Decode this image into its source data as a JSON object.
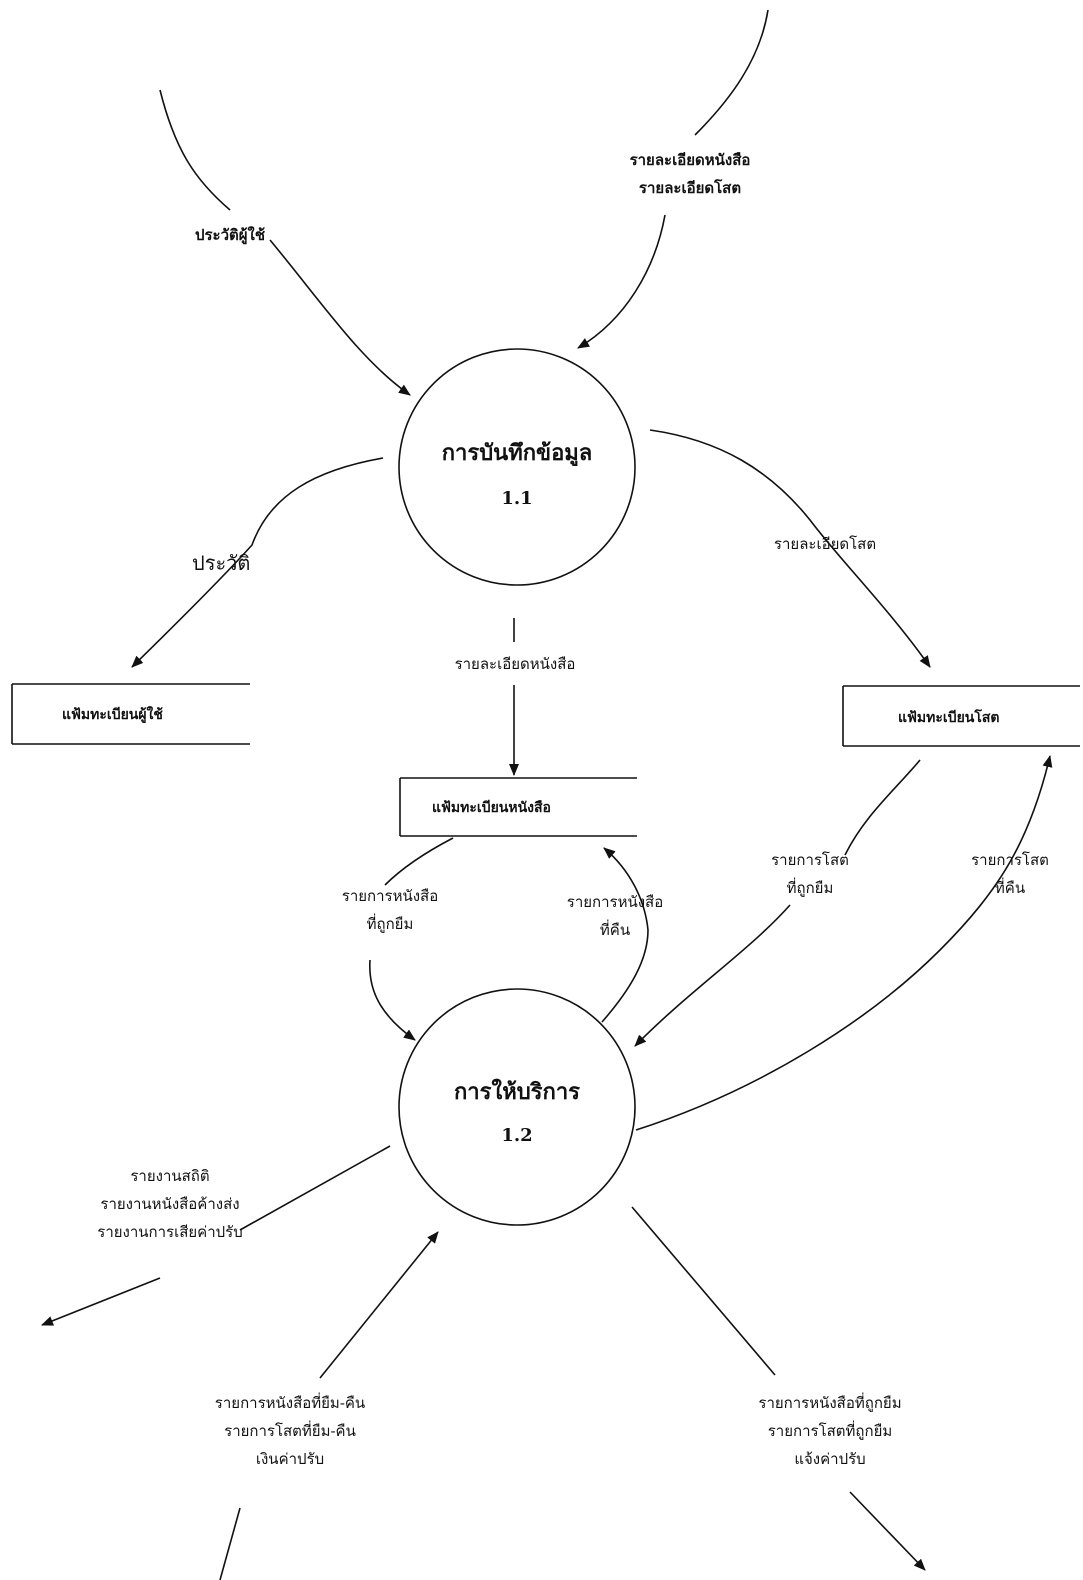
{
  "processes": [
    {
      "id": "p1",
      "name": "การบันทึกข้อมูล",
      "number": "1.1"
    },
    {
      "id": "p2",
      "name": "การให้บริการ",
      "number": "1.2"
    }
  ],
  "stores": [
    {
      "id": "user_file",
      "name": "แฟ้มทะเบียนผู้ใช้"
    },
    {
      "id": "book_file",
      "name": "แฟ้มทะเบียนหนังสือ"
    },
    {
      "id": "av_file",
      "name": "แฟ้มทะเบียนโสต"
    }
  ],
  "flows": {
    "user_history_in": "ประวัติผู้ใช้",
    "book_av_details_in": [
      "รายละเอียดหนังสือ",
      "รายละเอียดโสต"
    ],
    "history_to_user_file": "ประวัติ",
    "av_details_to_av_file": "รายละเอียดโสต",
    "book_details_to_book_file": "รายละเอียดหนังสือ",
    "borrowed_books": [
      "รายการหนังสือ",
      "ที่ถูกยืม"
    ],
    "returned_books": [
      "รายการหนังสือ",
      "ที่คืน"
    ],
    "borrowed_av": [
      "รายการโสต",
      "ที่ถูกยืม"
    ],
    "returned_av": [
      "รายการโสต",
      "ที่คืน"
    ],
    "reports_out": [
      "รายงานสถิติ",
      "รายงานหนังสือค้างส่ง",
      "รายงานการเสียค่าปรับ"
    ],
    "borrow_return_in": [
      "รายการหนังสือที่ยืม-คืน",
      "รายการโสตที่ยืม-คืน",
      "เงินค่าปรับ"
    ],
    "borrowed_out": [
      "รายการหนังสือที่ถูกยืม",
      "รายการโสตที่ถูกยืม",
      "แจ้งค่าปรับ"
    ]
  }
}
